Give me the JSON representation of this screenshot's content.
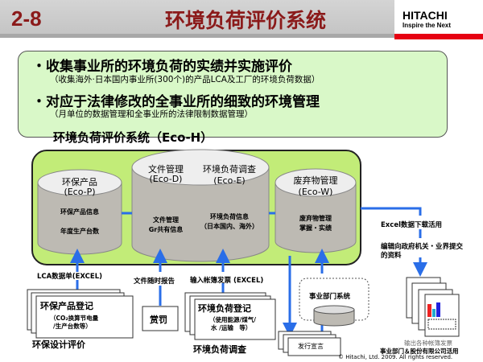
{
  "header": {
    "number": "2-8",
    "title": "环境负荷评价系统",
    "logo": "HITACHI",
    "tagline": "Inspire the Next"
  },
  "summary": {
    "items": [
      {
        "main": "・收集事业所的环境负荷的实绩并实施评价",
        "sub": "（收集海外·日本国内事业所(300个)的产品LCA及工厂的环境负荷数据）"
      },
      {
        "main": "・对应于法律修改的全事业所的细致的环境管理",
        "sub": "（月单位的数据管理和全事业所的法律限制数据管理）"
      }
    ]
  },
  "system": {
    "title": "环境负荷评价系统（Eco-H）",
    "eco_p": {
      "name": "环保产品",
      "code": "(Eco-P)",
      "line1": "环保产品信息",
      "line2": "年度生产台数"
    },
    "eco_d": {
      "name": "文件管理",
      "code": "(Eco-D)",
      "line1": "文件管理",
      "line2": "Gr共有信息"
    },
    "eco_e": {
      "name": "环境负荷调查",
      "code": "(Eco-E)",
      "line1": "环境负荷信息",
      "line2": "（日本国内、海外）"
    },
    "eco_w": {
      "name": "废弃物管理",
      "code": "(Eco-W)",
      "line1": "废弃物管理",
      "line2": "掌握・实绩"
    }
  },
  "flows": {
    "lca": "LCA数据单(EXCEL)",
    "report": "文件随时报告",
    "input": "输入帐簿发票 (EXCEL)",
    "excel": "Excel数据下载活用",
    "gov": "编辑向政府机关・业界提交",
    "gov2": "的资料"
  },
  "docs": {
    "eco_reg": "环保产品登记",
    "eco_reg_sub1": "（CO₂换算节电量",
    "eco_reg_sub2": "/生产台数等）",
    "eco_eval": "环保设计评价",
    "reward": "赏罚",
    "env_reg": "环境负荷登记",
    "env_reg_sub1": "（使用能源/煤气/",
    "env_reg_sub2": "水 /运输　等）",
    "env_survey": "环境负荷调查",
    "division": "事业部门系统",
    "declare": "发行宣言",
    "output": "输出各种帐簿发票",
    "usage": "事业部门＆股份有限公司活用"
  },
  "footer": {
    "copyright": "© Hitachi, Ltd. 2009. All rights reserved."
  }
}
